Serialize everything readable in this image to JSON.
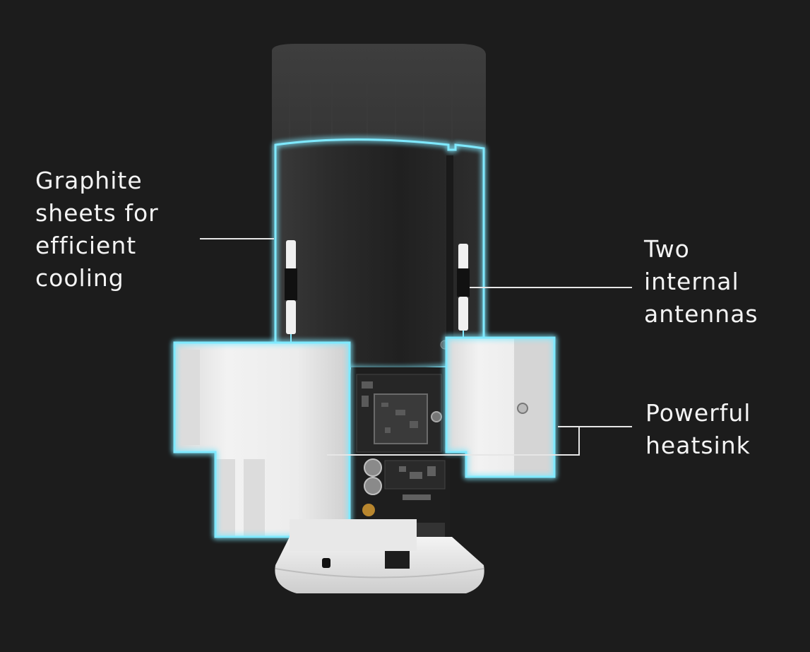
{
  "callouts": {
    "graphite": {
      "lines": [
        "Graphite",
        "sheets for",
        "efficient",
        "cooling"
      ]
    },
    "antennas": {
      "lines": [
        "Two",
        "internal",
        "antennas"
      ]
    },
    "heatsink": {
      "lines": [
        "Powerful",
        "heatsink"
      ]
    }
  },
  "colors": {
    "background": "#1c1c1c",
    "glow": "#7fe9ff",
    "label_text": "#f4f4f4",
    "leader_line": "#e6e6e6"
  }
}
